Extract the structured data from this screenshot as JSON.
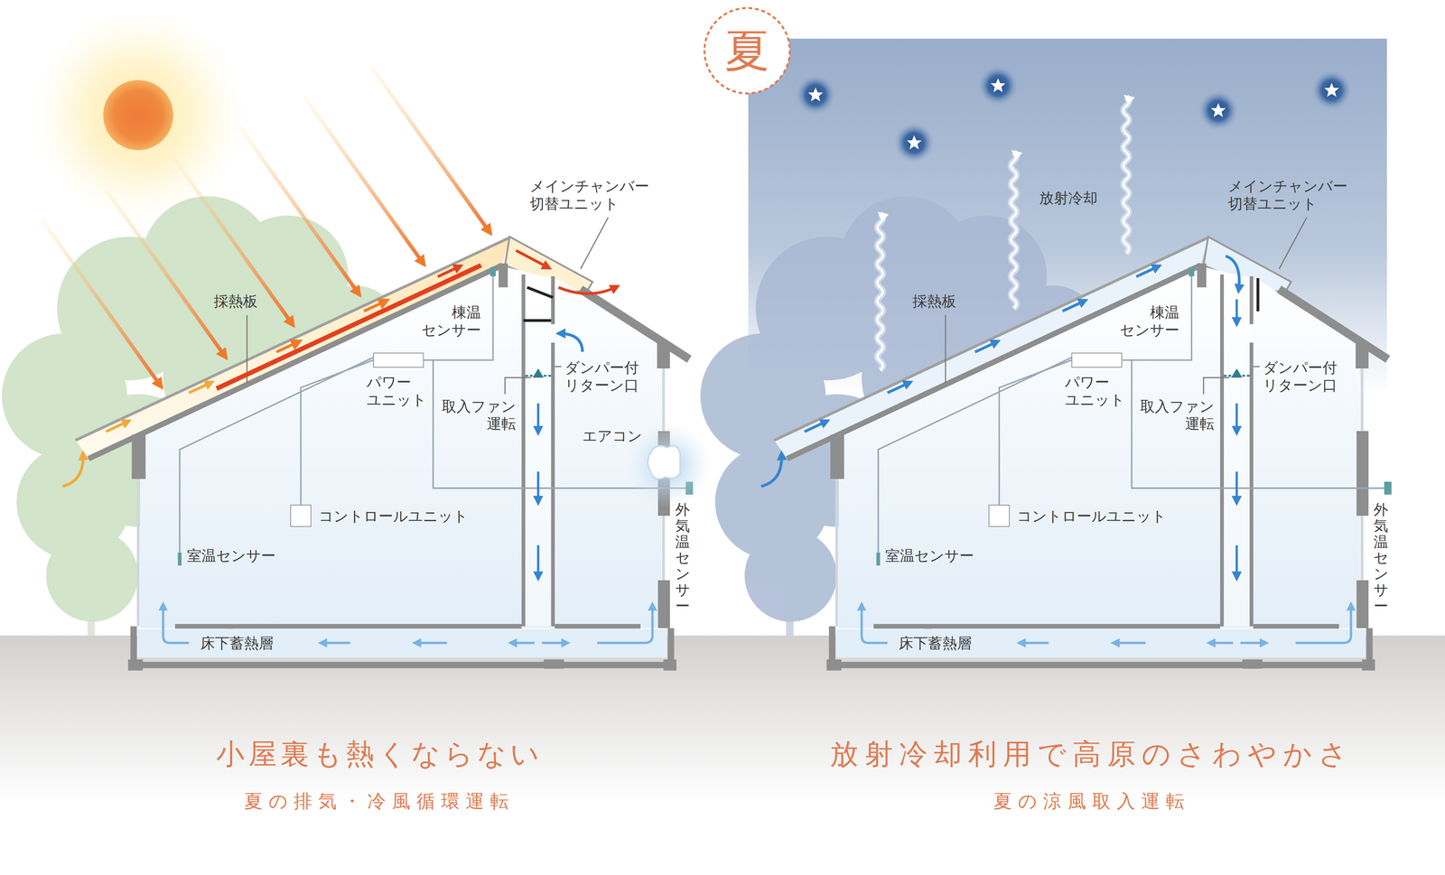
{
  "diagram": {
    "nodes": [
      {
        "text": [
          "パワー ユニット"
        ]
      },
      {
        "text": [
          "コントロールユニット"
        ]
      },
      {
        "text": [
          "夏"
        ]
      },
      {
        "text": [
          "パワー ユニット"
        ]
      },
      {
        "text": [
          "コントロールユニット"
        ]
      }
    ],
    "edges": [
      {
        "from": 0,
        "to": 1,
        "arrow": "none"
      },
      {
        "from": 3,
        "to": 4,
        "arrow": "none"
      }
    ],
    "labels": [
      "採熱板",
      "メインチャンバー 切替ユニット",
      "棟温 センサー",
      "ダンパー付 リターン口",
      "取入ファン 運転",
      "エアコン",
      "室温センサー",
      "外気温センサー",
      "床下蓄熱層",
      "小屋裏も熱くならない",
      "夏の排気・冷風循環運転",
      "放射冷却",
      "メインチャンバー 切替ユニット",
      "採熱板",
      "棟温 センサー",
      "ダンパー付 リターン口",
      "取入ファン 運転",
      "室温センサー",
      "外気温センサー",
      "床下蓄熱層",
      "放射冷却利用で高原のさわやかさ",
      "夏の涼風取入運転"
    ]
  }
}
